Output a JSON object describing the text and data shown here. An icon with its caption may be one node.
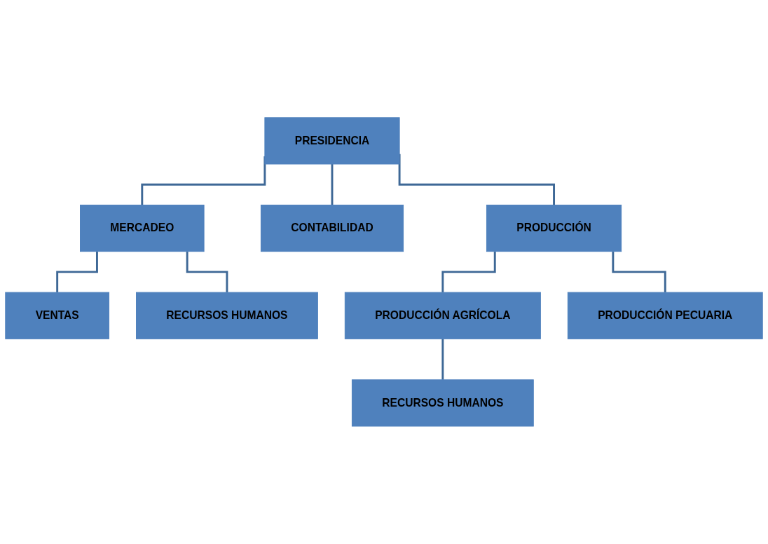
{
  "diagram": {
    "nodes": [
      {
        "text": [
          "PRESIDENCIA"
        ]
      },
      {
        "text": [
          "MERCADEO"
        ]
      },
      {
        "text": [
          "CONTABILIDAD"
        ]
      },
      {
        "text": [
          "VENTAS"
        ]
      },
      {
        "text": [
          "RECURSOS HUMANOS"
        ]
      },
      {
        "text": [
          "PRODUCCIÓN"
        ]
      },
      {
        "text": [
          "PRODUCCIÓN AGRÍCOLA"
        ]
      },
      {
        "text": [
          "PRODUCCIÓN PECUARIA"
        ]
      },
      {
        "text": [
          "RECURSOS HUMANOS"
        ]
      }
    ],
    "edges": [
      {
        "from": 0,
        "to": 1,
        "arrow": "none"
      },
      {
        "from": 0,
        "to": 2,
        "arrow": "none"
      },
      {
        "from": 0,
        "to": 5,
        "arrow": "none"
      },
      {
        "from": 1,
        "to": 3,
        "arrow": "none"
      },
      {
        "from": 1,
        "to": 4,
        "arrow": "none"
      },
      {
        "from": 5,
        "to": 6,
        "arrow": "none"
      },
      {
        "from": 5,
        "to": 7,
        "arrow": "none"
      },
      {
        "from": 6,
        "to": 8,
        "arrow": "none"
      }
    ]
  }
}
